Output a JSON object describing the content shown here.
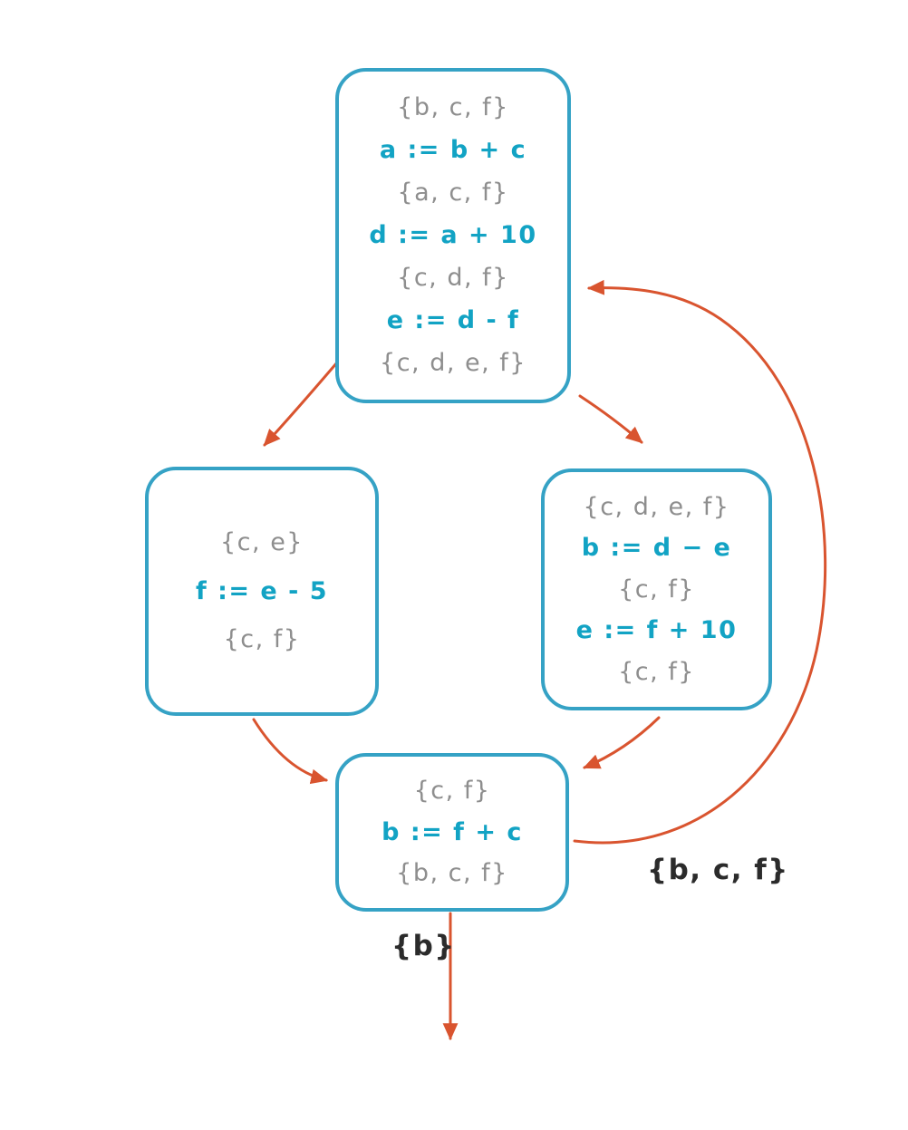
{
  "diagram": {
    "kind": "control-flow-graph-liveness",
    "colors": {
      "node_border": "#35a2c5",
      "set_text": "#8e8e8e",
      "stmt_text": "#12a3c4",
      "arrow": "#d9542f",
      "label_text": "#2b2b2b",
      "background": "#ffffff"
    },
    "nodes": [
      {
        "id": "entry-block",
        "lines": [
          {
            "kind": "set",
            "text": "{b, c, f}"
          },
          {
            "kind": "stmt",
            "text": "a := b + c"
          },
          {
            "kind": "set",
            "text": "{a, c, f}"
          },
          {
            "kind": "stmt",
            "text": "d := a + 10"
          },
          {
            "kind": "set",
            "text": "{c, d, f}"
          },
          {
            "kind": "stmt",
            "text": "e := d - f"
          },
          {
            "kind": "set",
            "text": "{c, d, e, f}"
          }
        ]
      },
      {
        "id": "left-block",
        "lines": [
          {
            "kind": "set",
            "text": "{c, e}"
          },
          {
            "kind": "stmt",
            "text": "f := e - 5"
          },
          {
            "kind": "set",
            "text": "{c, f}"
          }
        ]
      },
      {
        "id": "right-block",
        "lines": [
          {
            "kind": "set",
            "text": "{c, d, e, f}"
          },
          {
            "kind": "stmt",
            "text": "b := d − e"
          },
          {
            "kind": "set",
            "text": "{c, f}"
          },
          {
            "kind": "stmt",
            "text": "e := f + 10"
          },
          {
            "kind": "set",
            "text": "{c, f}"
          }
        ]
      },
      {
        "id": "join-block",
        "lines": [
          {
            "kind": "set",
            "text": "{c, f}"
          },
          {
            "kind": "stmt",
            "text": "b := f + c"
          },
          {
            "kind": "set",
            "text": "{b, c, f}"
          }
        ]
      }
    ],
    "edges": [
      {
        "id": "edge-entry-to-left",
        "from": "entry-block",
        "to": "left-block",
        "label": ""
      },
      {
        "id": "edge-entry-to-right",
        "from": "entry-block",
        "to": "right-block",
        "label": ""
      },
      {
        "id": "edge-left-to-join",
        "from": "left-block",
        "to": "join-block",
        "label": ""
      },
      {
        "id": "edge-right-to-join",
        "from": "right-block",
        "to": "join-block",
        "label": ""
      },
      {
        "id": "edge-back-join-to-entry",
        "from": "join-block",
        "to": "entry-block",
        "label": "{b, c, f}"
      },
      {
        "id": "edge-join-to-exit",
        "from": "join-block",
        "to": "exit",
        "label": "{b}"
      }
    ],
    "edge_labels": [
      {
        "id": "back-edge-label",
        "text": "{b, c, f}"
      },
      {
        "id": "exit-edge-label",
        "text": "{b}"
      }
    ]
  }
}
